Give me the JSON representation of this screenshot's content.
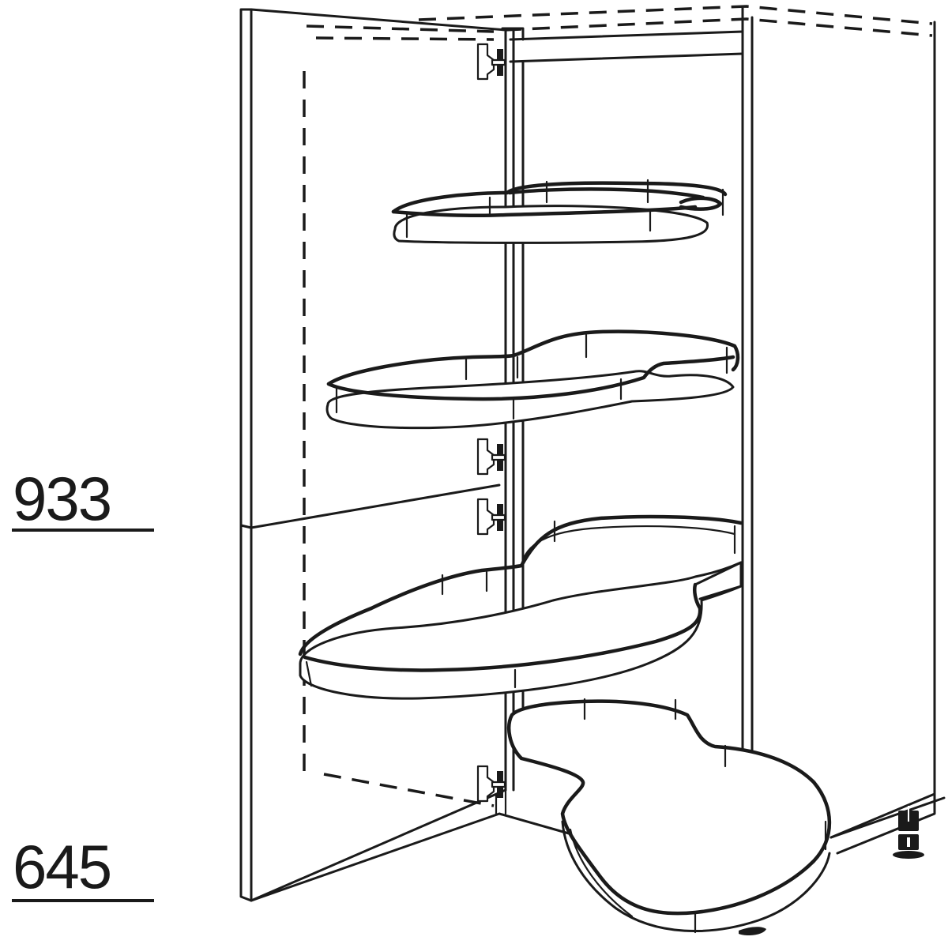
{
  "diagram": {
    "subject": "corner base cabinet with swing-out carousel shelves",
    "line_color": "#1a1a1a",
    "background": "#ffffff",
    "shelf_count": 4,
    "hinge_count": 4
  },
  "dimensions": {
    "upper": {
      "value": "933"
    },
    "lower": {
      "value": "645"
    }
  }
}
